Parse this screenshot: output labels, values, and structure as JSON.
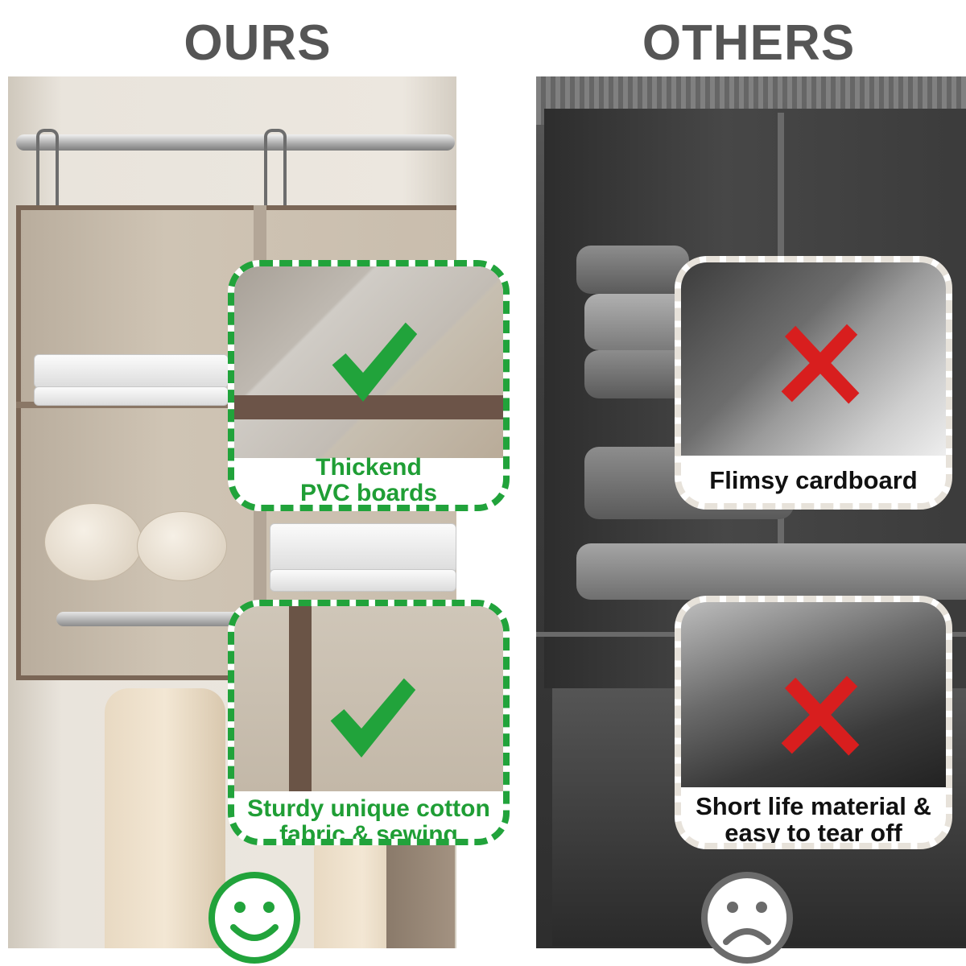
{
  "headings": {
    "left": "OURS",
    "right": "OTHERS"
  },
  "callouts": {
    "board_good": "Thickend\nPVC boards",
    "fabric_good": "Sturdy unique cotton\nfabric & sewing",
    "board_bad": "Flimsy cardboard",
    "fabric_bad": "Short life material &\neasy to tear off"
  },
  "icons": {
    "check": "checkmark-icon",
    "cross": "cross-icon",
    "happy": "happy-face-icon",
    "sad": "sad-face-icon"
  },
  "colors": {
    "good": "#21a33b",
    "bad": "#d81e1e",
    "heading": "#555555",
    "sad_face": "#6b6b6b"
  }
}
